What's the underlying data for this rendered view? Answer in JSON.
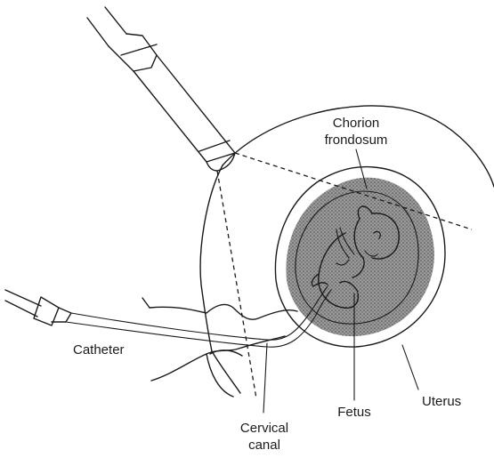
{
  "labels": {
    "chorion_line1": "Chorion",
    "chorion_line2": "frondosum",
    "catheter": "Catheter",
    "cervical_line1": "Cervical",
    "cervical_line2": "canal",
    "fetus": "Fetus",
    "uterus": "Uterus"
  }
}
